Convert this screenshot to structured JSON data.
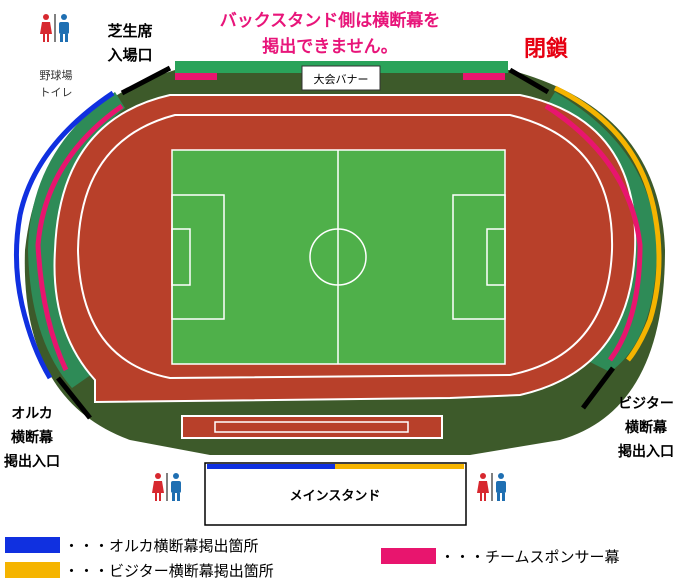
{
  "notice": {
    "line1": "バックスタンド側は横断幕を",
    "line2": "掲出できません。",
    "closed": "閉鎖",
    "color": "#e8157a",
    "closed_color": "#e60012"
  },
  "labels": {
    "shibafu_line1": "芝生席",
    "shibafu_line2": "入場口",
    "baseball_toilet_line1": "野球場",
    "baseball_toilet_line2": "トイレ",
    "tournament_banner": "大会バナー",
    "orca_entrance_line1": "オルカ",
    "orca_entrance_line2": "横断幕",
    "orca_entrance_line3": "掲出入口",
    "visitor_entrance_line1": "ビジター",
    "visitor_entrance_line2": "横断幕",
    "visitor_entrance_line3": "掲出入口",
    "main_stand": "メインスタンド"
  },
  "legend": {
    "orca": "・・・オルカ横断幕掲出箇所",
    "visitor": "・・・ビジター横断幕掲出箇所",
    "sponsor": "・・・チームスポンサー幕"
  },
  "colors": {
    "orca_blue": "#1030e0",
    "visitor_yellow": "#f5b400",
    "sponsor_pink": "#e8156e",
    "pitch_green": "#4fb04a",
    "track_red": "#b8402a",
    "stand_green": "#2e8b57",
    "outer_dark": "#3d5a2a",
    "toilet_red": "#d7282f",
    "toilet_blue": "#1f6fb2"
  },
  "icons": {
    "toilet": "restroom-icon"
  }
}
